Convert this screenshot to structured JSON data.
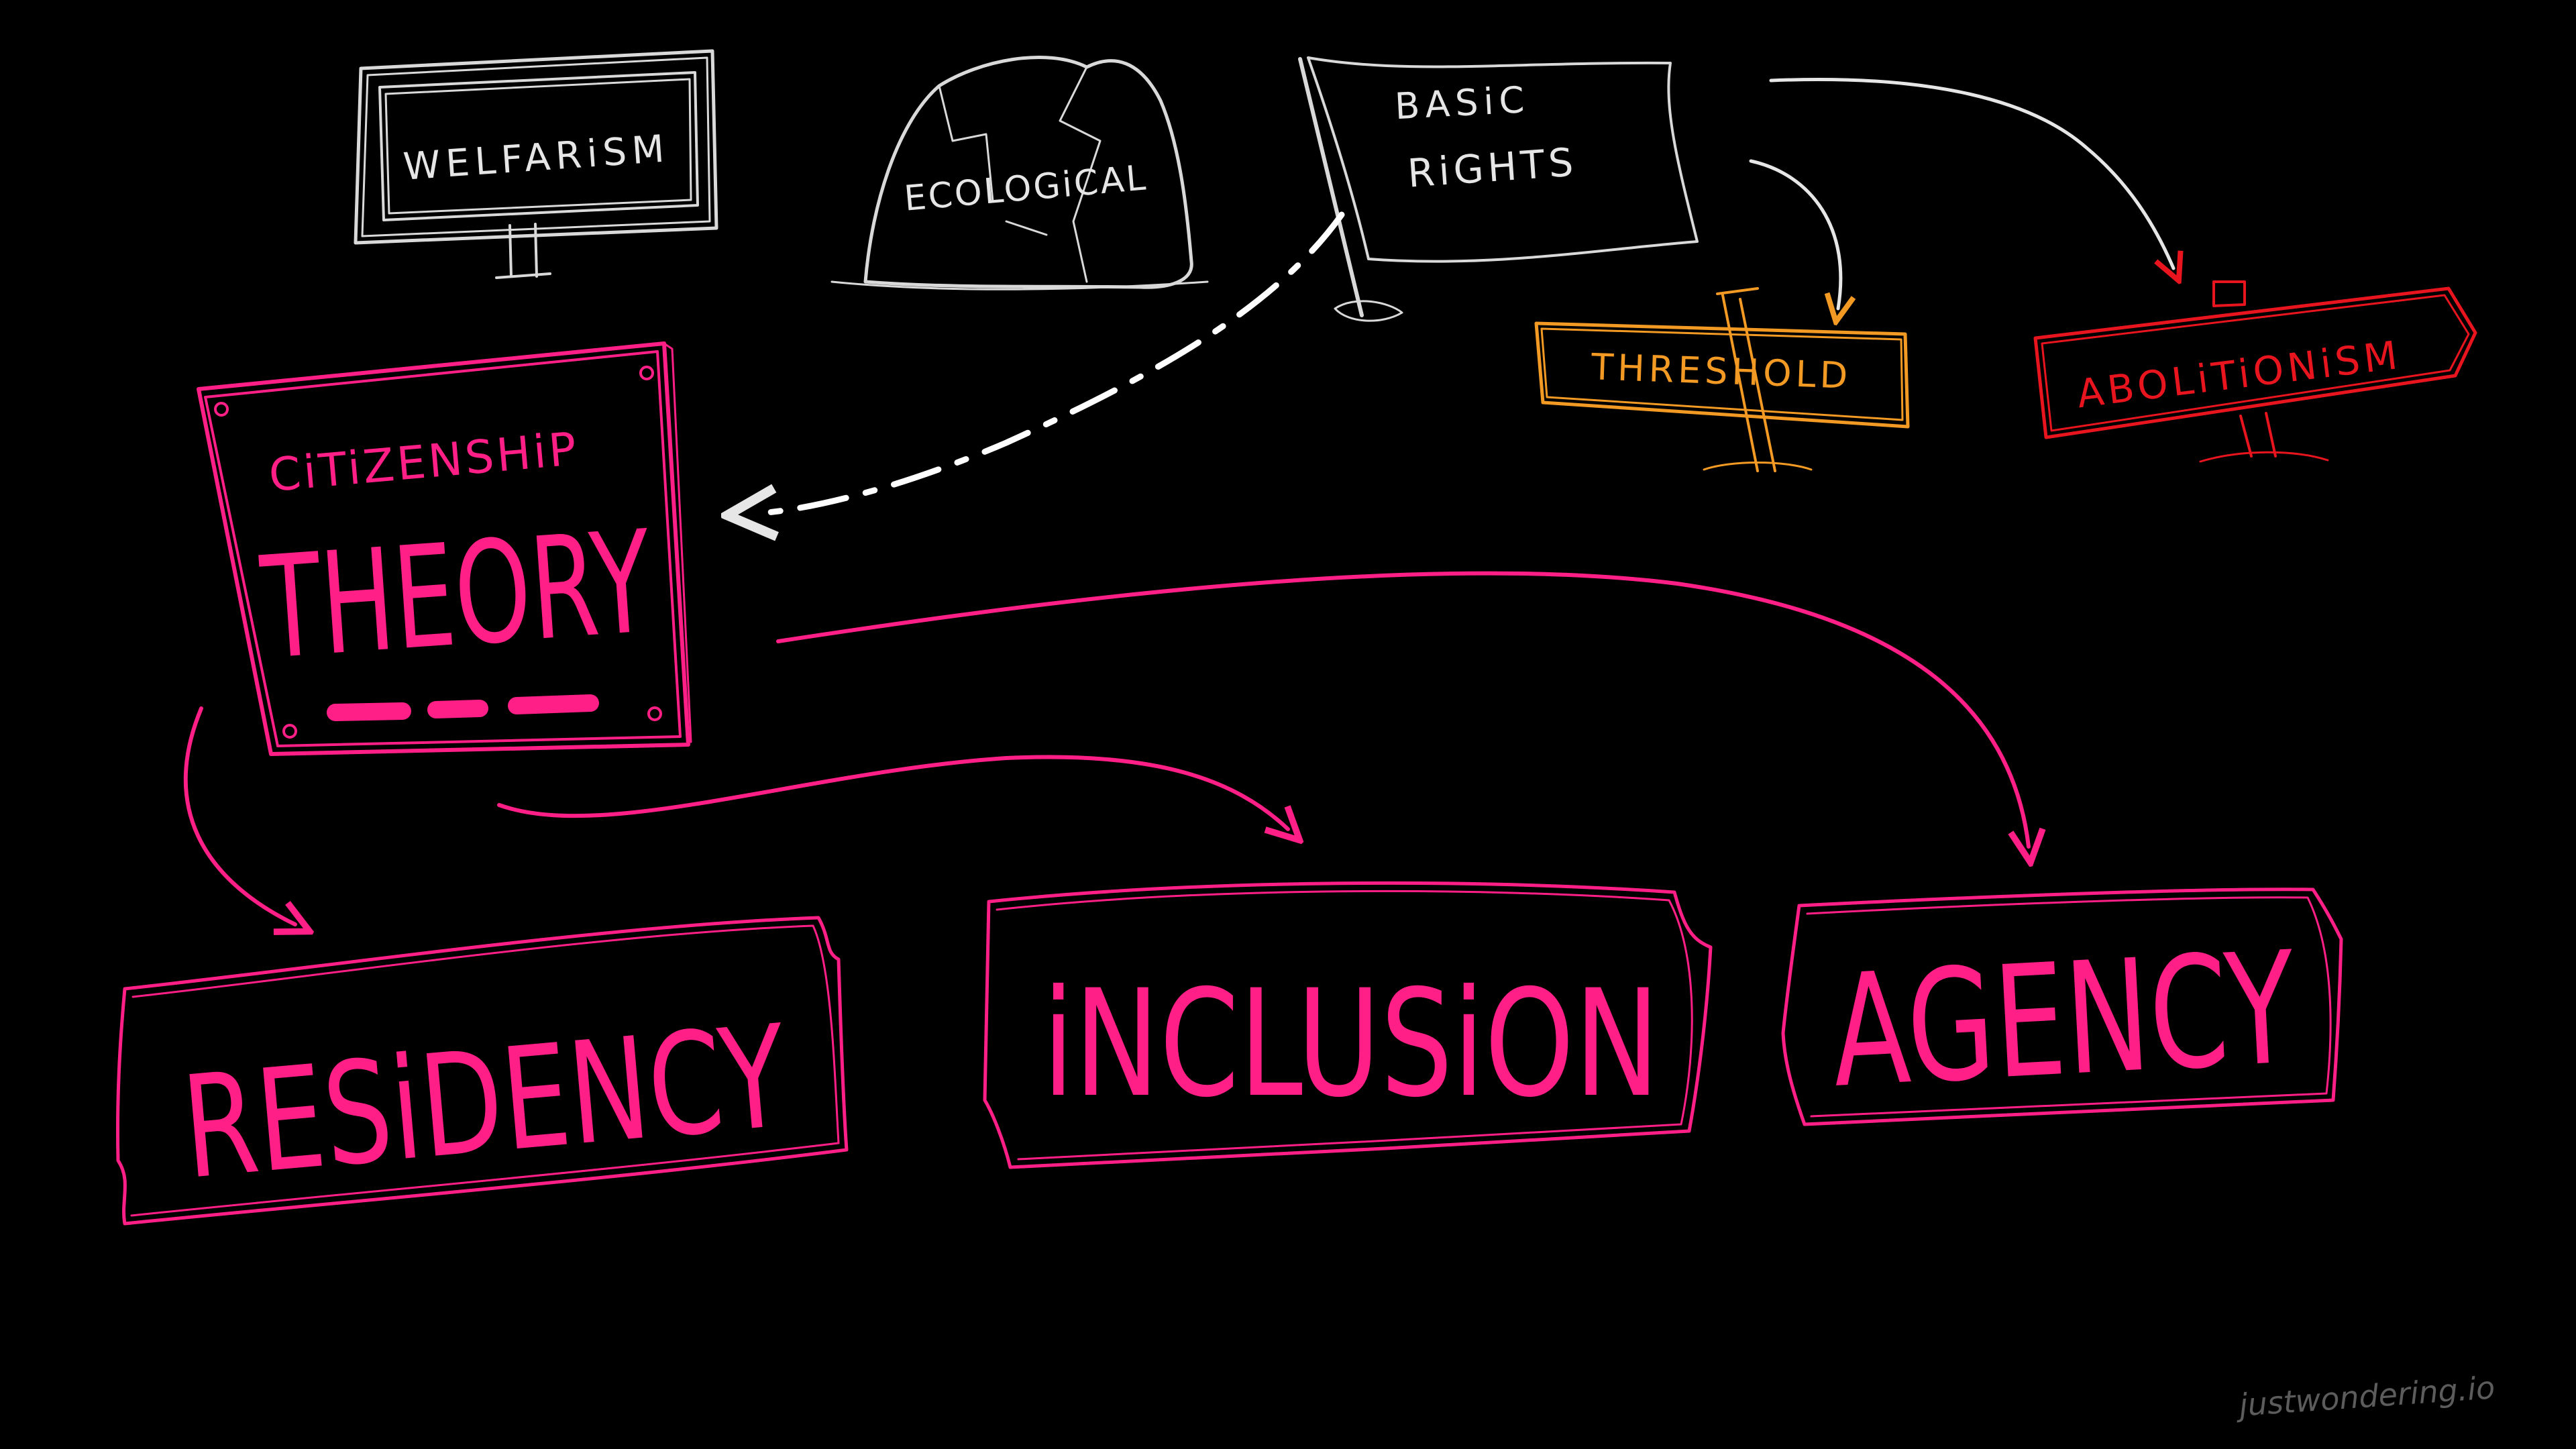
{
  "colors": {
    "background": "#000000",
    "white": "#e6e6e6",
    "pink": "#ff1f86",
    "orange": "#f29a23",
    "red": "#e8141e"
  },
  "signs": {
    "welfarism": "WELFARiSM",
    "ecological": "ECOLOGiCAL",
    "basic_rights_line1": "BASiC",
    "basic_rights_line2": "RiGHTS",
    "threshold": "THRESHOLD",
    "abolitionism": "ABOLiTiONiSM"
  },
  "citizenship": {
    "line1": "CiTiZENSHiP",
    "line2": "THEORY"
  },
  "pillars": {
    "residency": "RESiDENCY",
    "inclusion": "iNCLUSiON",
    "agency": "AGENCY"
  },
  "watermark": "justwondering.io"
}
